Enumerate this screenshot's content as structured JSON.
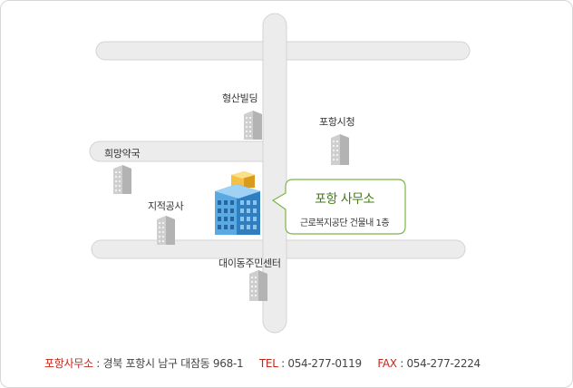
{
  "landmarks": {
    "hyeongsan_building": "형산빌딩",
    "pohang_city_hall": "포항시청",
    "huimang_pharmacy": "희망약국",
    "jijeok_corp": "지적공사",
    "daei_dong_center": "대이동주민센터"
  },
  "office": {
    "name": "포항 사무소",
    "detail": "근로복지공단 건물내 1층"
  },
  "footer": {
    "office_label": "포항사무소",
    "address": " : 경북 포항시 남구 대잠동 968-1",
    "tel_label": "TEL",
    "tel_value": " : 054-277-0119",
    "fax_label": "FAX",
    "fax_value": " : 054-277-2224"
  },
  "colors": {
    "road": "#ededed",
    "road_edge": "#d4d4d4",
    "office_text": "#3f7e12",
    "footer_accent": "#c0281d"
  }
}
